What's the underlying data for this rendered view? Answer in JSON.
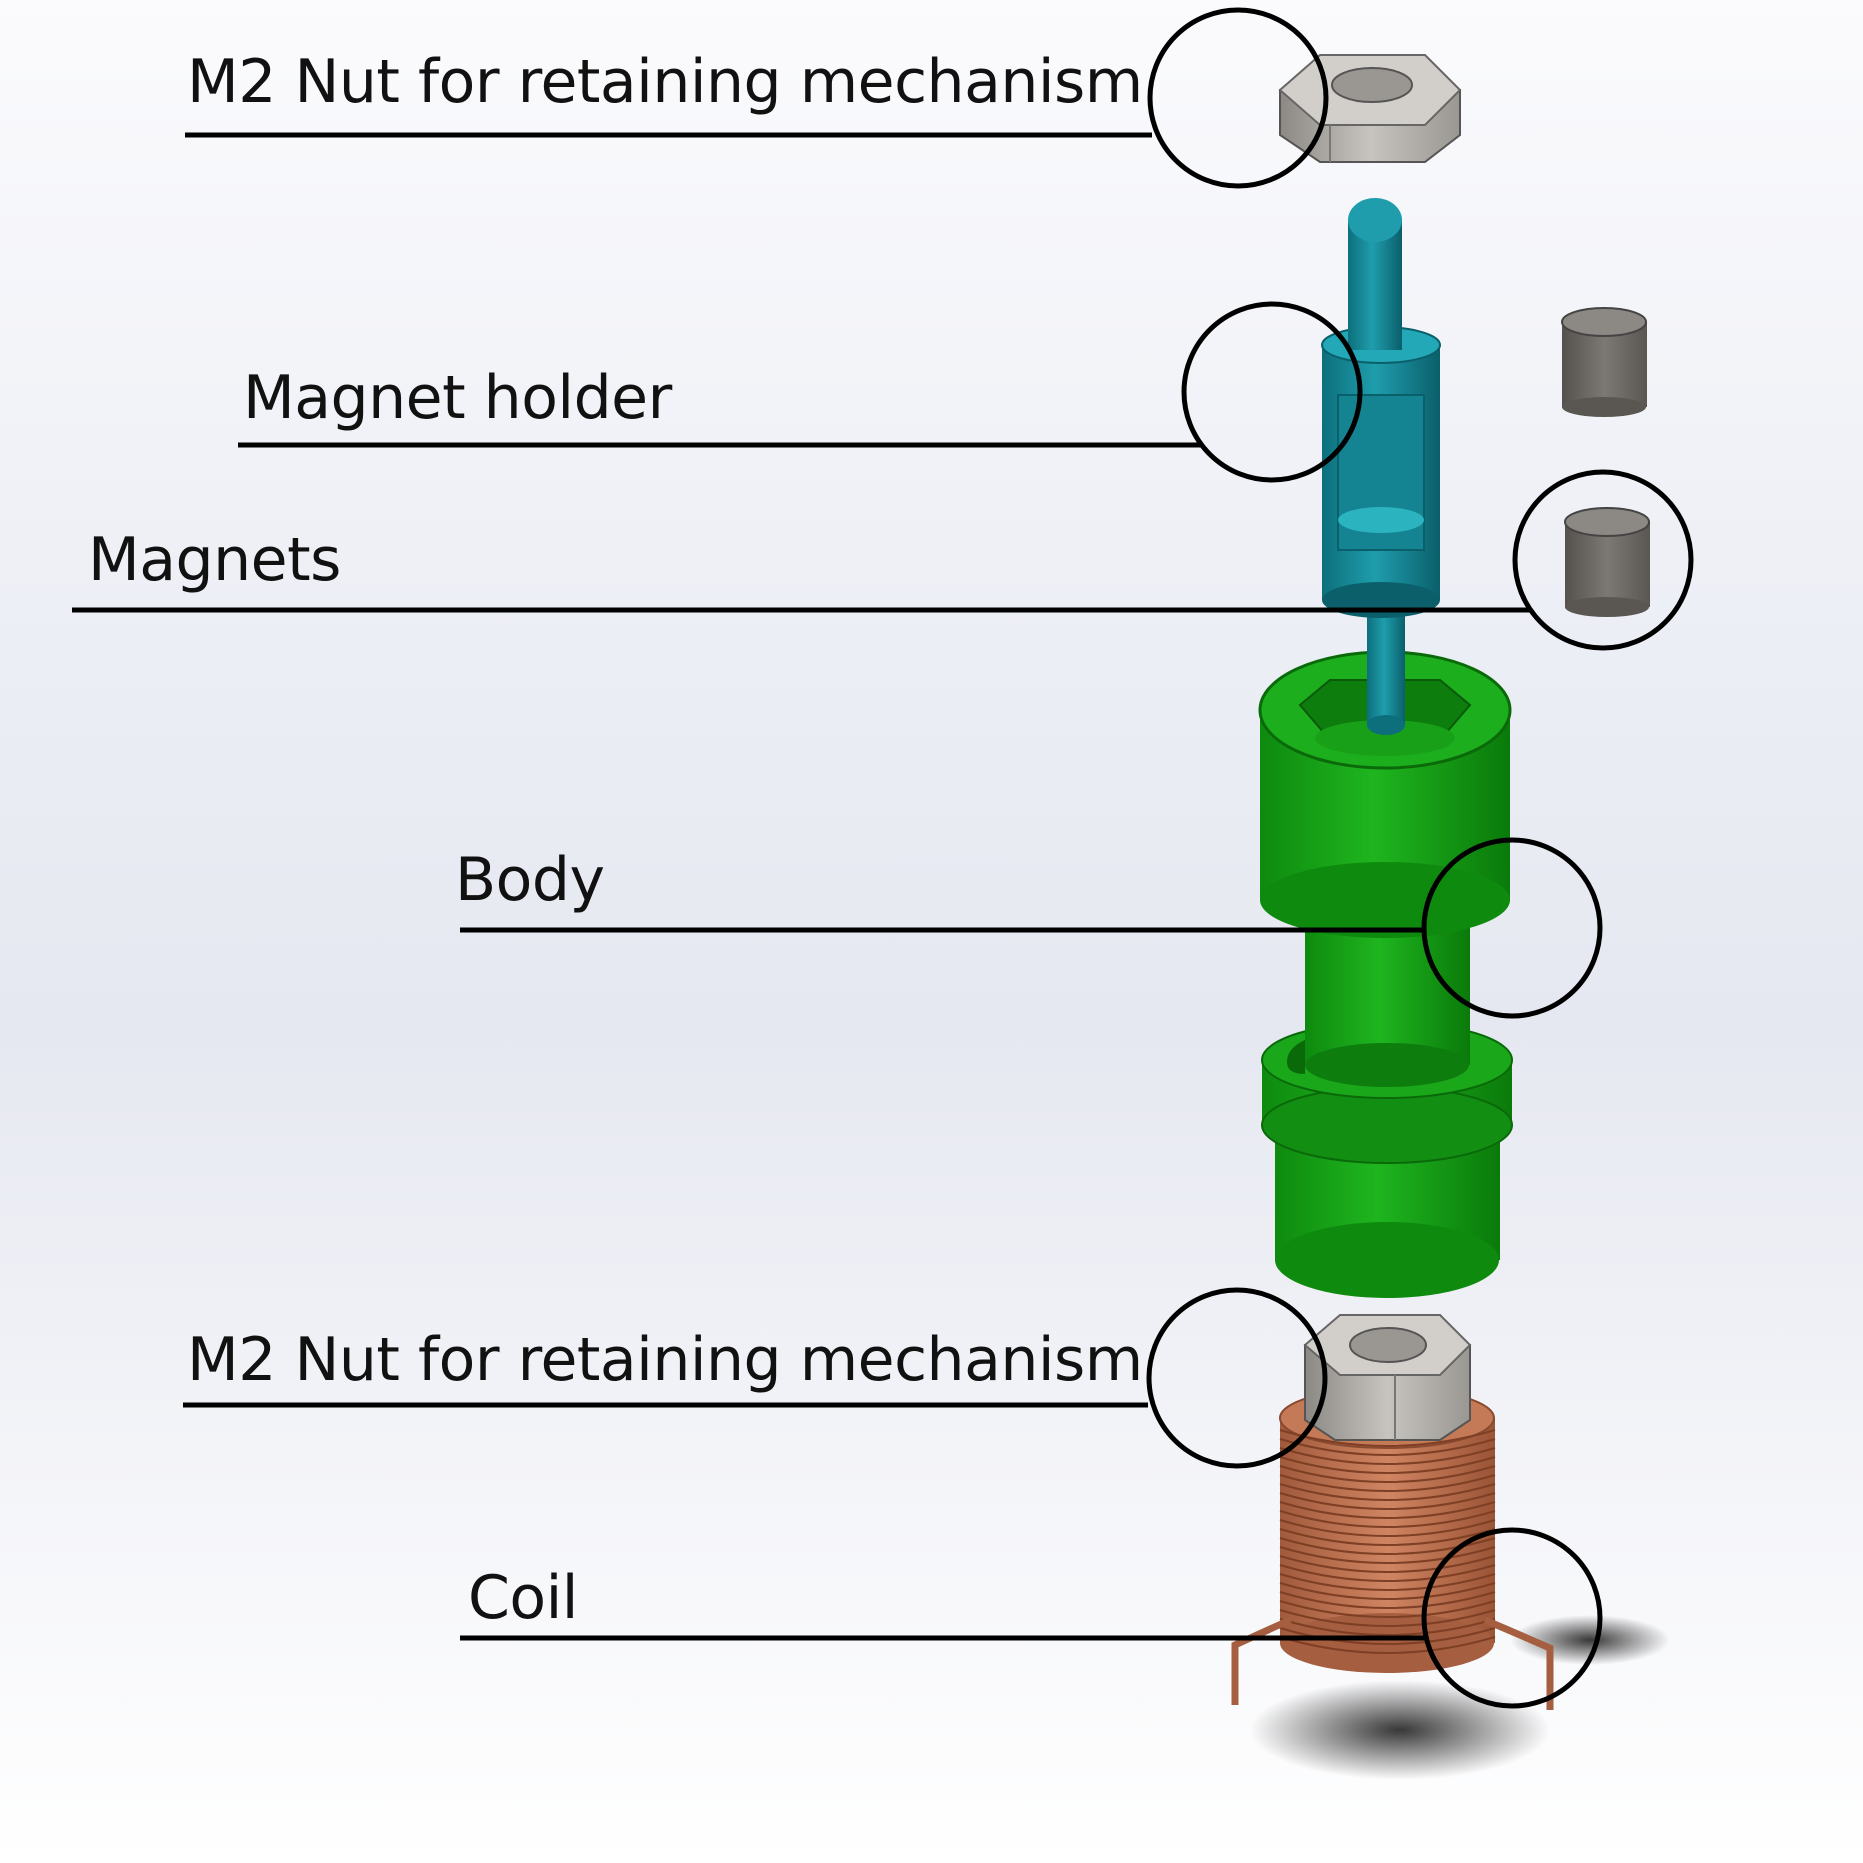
{
  "labels": {
    "nut_top": "M2 Nut for retaining mechanism",
    "magnet_holder": "Magnet holder",
    "magnets": "Magnets",
    "body": "Body",
    "nut_bottom": "M2 Nut for retaining mechanism",
    "coil": "Coil"
  },
  "colors": {
    "magnet_holder": "#1a8a98",
    "body": "#16a016",
    "nut": "#b5b2ad",
    "magnet": "#6e6a65",
    "coil": "#b86a48",
    "callout": "#000000"
  }
}
